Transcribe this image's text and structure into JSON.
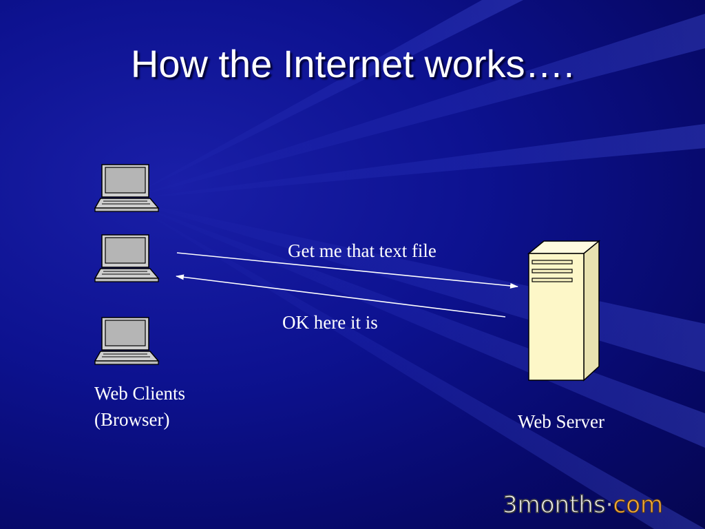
{
  "slide": {
    "title": "How the Internet works…."
  },
  "diagram": {
    "client_label_line1": "Web Clients",
    "client_label_line2": "(Browser)",
    "server_label": "Web Server",
    "request_message": "Get me that text file",
    "response_message": "OK here it is",
    "client_count": 3
  },
  "logo": {
    "main": "3months",
    "dot": "·",
    "tld": "com"
  },
  "colors": {
    "background": "#0d1290",
    "text": "#ffffff",
    "server_body": "#fdf7c8",
    "laptop_body": "#c4c4c4",
    "logo_accent": "#f2a93b"
  },
  "icons": [
    "laptop-icon",
    "server-icon",
    "arrow-right-icon",
    "arrow-left-icon"
  ]
}
